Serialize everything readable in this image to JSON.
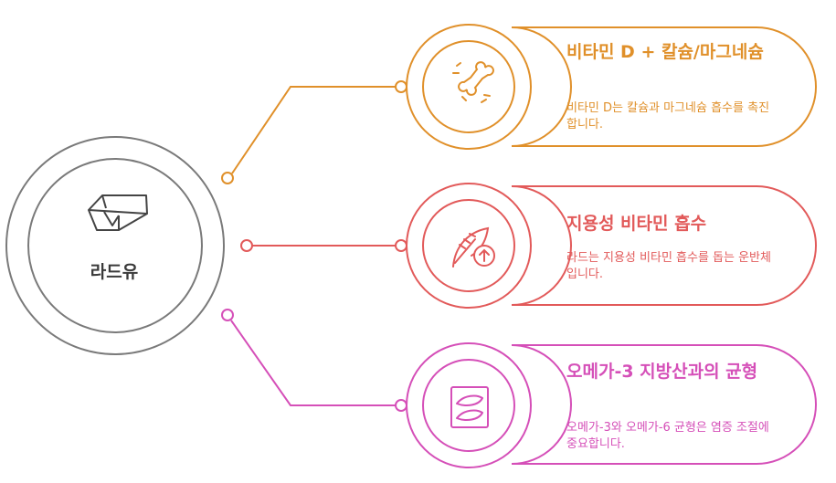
{
  "center": {
    "label": "라드유",
    "icon": "butter-icon"
  },
  "cards": [
    {
      "title": "비타민 D + 칼슘/마그네슘",
      "desc": "비타민 D는 칼슘과 마그네슘 흡수를 촉진합니다.",
      "icon": "bone-icon",
      "color": "#e0902a"
    },
    {
      "title": "지용성 비타민 흡수",
      "desc": "라드는 지용성 비타민 흡수를 돕는 운반체입니다.",
      "icon": "leaf-upload-icon",
      "color": "#e25a5a"
    },
    {
      "title": "오메가-3 지방산과의 균형",
      "desc": "오메가-3와 오메가-6 균형은 염증 조절에 중요합니다.",
      "icon": "fish-icon",
      "color": "#d54fb8"
    }
  ],
  "colors": {
    "center": "#7a7a7a",
    "orange": "#e0902a",
    "red": "#e25a5a",
    "pink": "#d54fb8"
  }
}
